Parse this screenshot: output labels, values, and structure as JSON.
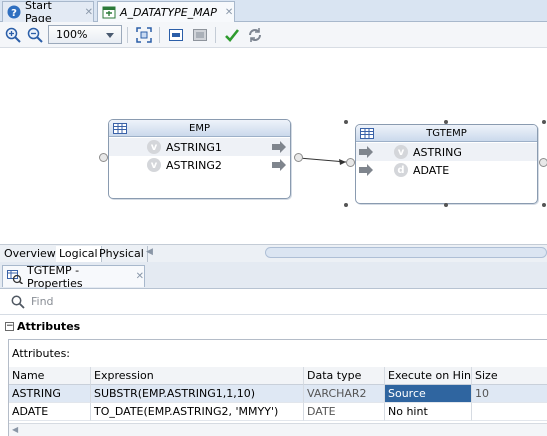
{
  "editor_tabs": [
    {
      "label": "Start Page",
      "icon": "help-circle-icon"
    },
    {
      "label": "A_DATATYPE_MAP",
      "icon": "mapping-icon"
    }
  ],
  "toolbar": {
    "zoom": "100%"
  },
  "diagram": {
    "source": {
      "name": "EMP",
      "attributes": [
        {
          "name": "ASTRING1",
          "badge": "v"
        },
        {
          "name": "ASTRING2",
          "badge": "v"
        }
      ]
    },
    "target": {
      "name": "TGTEMP",
      "attributes": [
        {
          "name": "ASTRING",
          "badge": "v"
        },
        {
          "name": "ADATE",
          "badge": "d"
        }
      ]
    }
  },
  "view_tabs": [
    "Overview",
    "Logical",
    "Physical"
  ],
  "properties": {
    "tab_title": "TGTEMP - Properties",
    "find_placeholder": "Find",
    "section_title": "Attributes",
    "table_label": "Attributes:",
    "columns": [
      "Name",
      "Expression",
      "Data type",
      "Execute on Hint",
      "Size"
    ],
    "rows": [
      {
        "name": "ASTRING",
        "expression": "SUBSTR(EMP.ASTRING1,1,10)",
        "datatype": "VARCHAR2",
        "hint": "Source",
        "size": "10"
      },
      {
        "name": "ADATE",
        "expression": "TO_DATE(EMP.ASTRING2, 'MMYY')",
        "datatype": "DATE",
        "hint": "No hint",
        "size": ""
      }
    ]
  },
  "colors": {
    "accent": "#2f65a0",
    "header_bg": "#d9e4f2"
  }
}
